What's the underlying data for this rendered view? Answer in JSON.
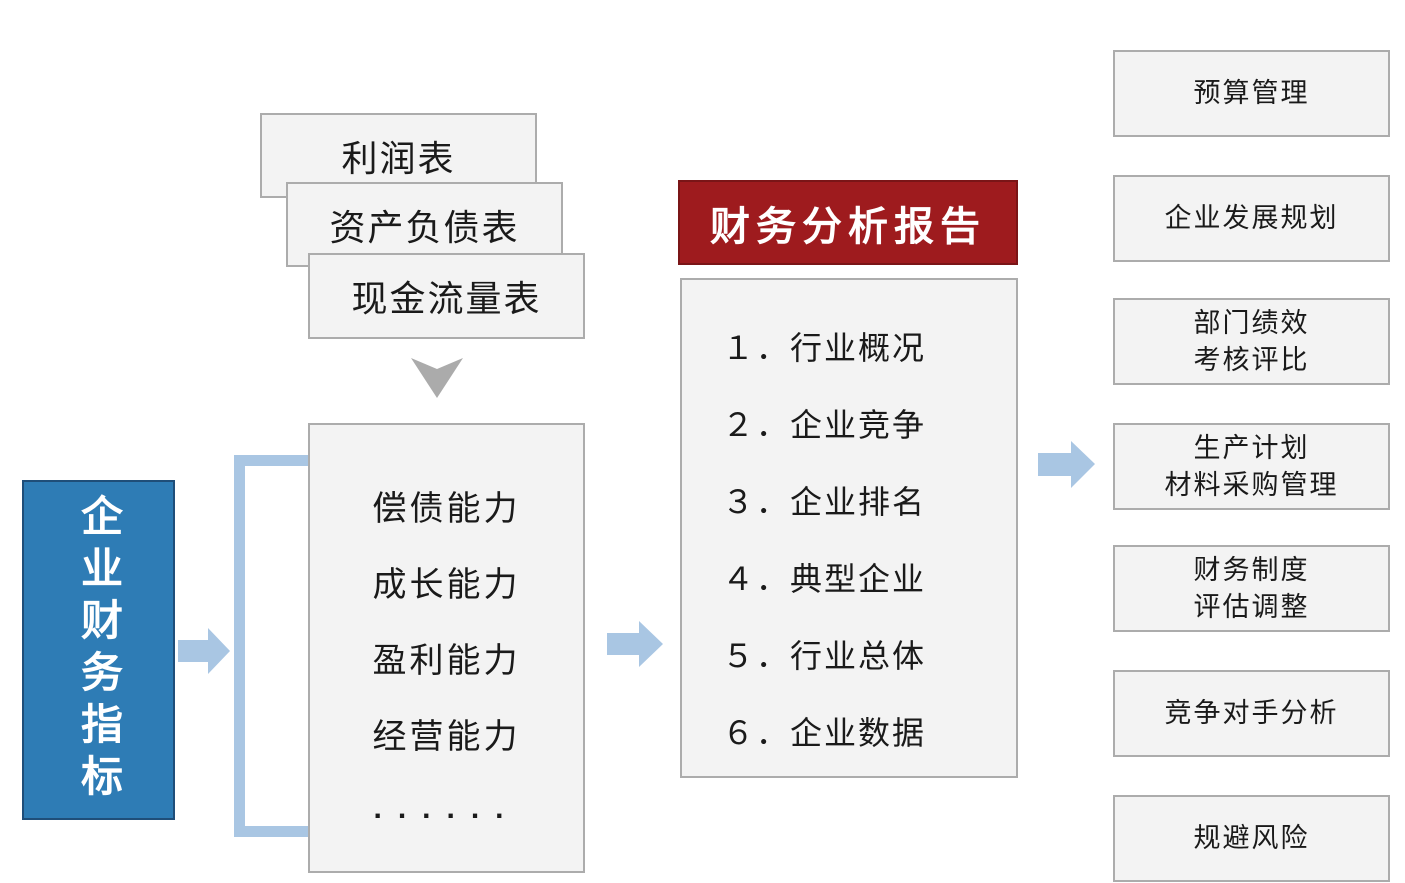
{
  "source": {
    "label": "企业财务指标"
  },
  "statements": [
    {
      "label": "利润表"
    },
    {
      "label": "资产负债表"
    },
    {
      "label": "现金流量表"
    }
  ],
  "abilities": {
    "items": [
      "偿债能力",
      "成长能力",
      "盈利能力",
      "经营能力",
      "......"
    ]
  },
  "report": {
    "title": "财务分析报告",
    "items": [
      "１．行业概况",
      "２．企业竞争",
      "３．企业排名",
      "４．典型企业",
      "５．行业总体",
      "６．企业数据"
    ]
  },
  "applications": [
    {
      "line1": "预算管理",
      "line2": ""
    },
    {
      "line1": "企业发展规划",
      "line2": ""
    },
    {
      "line1": "部门绩效",
      "line2": "考核评比"
    },
    {
      "line1": "生产计划",
      "line2": "材料采购管理"
    },
    {
      "line1": "财务制度",
      "line2": "评估调整"
    },
    {
      "line1": "竞争对手分析",
      "line2": ""
    },
    {
      "line1": "规避风险",
      "line2": ""
    }
  ],
  "colors": {
    "source_fill": "#2E7CB5",
    "source_border": "#1F4E79",
    "accent_light_blue": "#A9C6E3",
    "report_title_fill": "#9E1B1E",
    "report_title_border": "#7A1517",
    "box_fill": "#F3F3F3",
    "box_border": "#ACACAC",
    "triangle_gray": "#ABABAB",
    "text_dark": "#1A1A1A",
    "text_white": "#FFFFFF"
  }
}
